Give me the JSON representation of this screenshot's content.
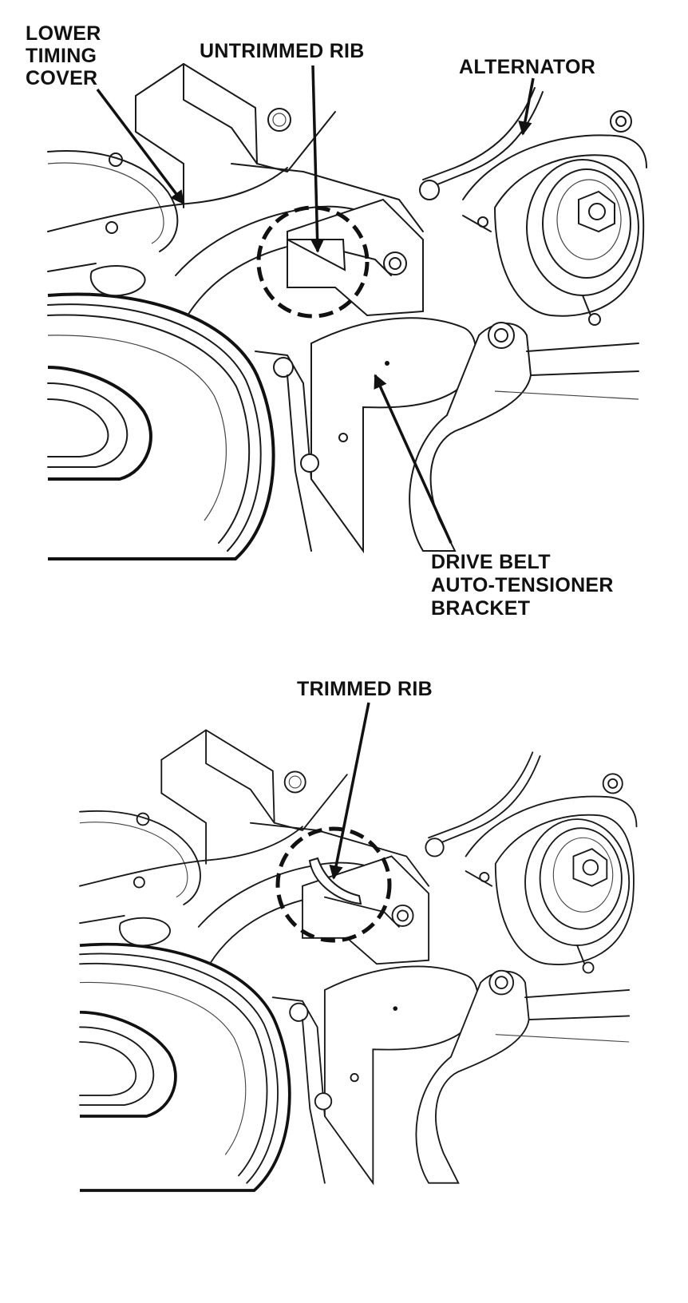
{
  "top_diagram": {
    "labels": {
      "lower_timing_cover": [
        "LOWER",
        "TIMING",
        "COVER"
      ],
      "untrimmed_rib": "UNTRIMMED RIB",
      "alternator": "ALTERNATOR",
      "drive_belt_bracket": [
        "DRIVE BELT",
        "AUTO-TENSIONER",
        "BRACKET"
      ]
    }
  },
  "bottom_diagram": {
    "labels": {
      "trimmed_rib": "TRIMMED RIB"
    }
  },
  "colors": {
    "ink": "#111111",
    "paper": "#ffffff"
  }
}
